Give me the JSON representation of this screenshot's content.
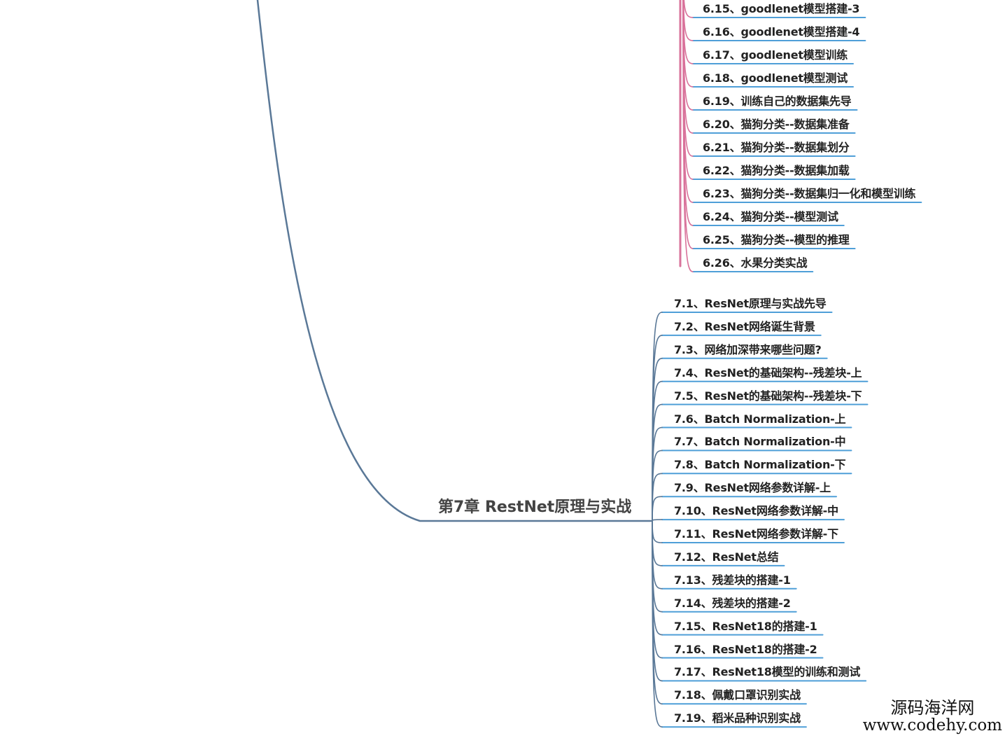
{
  "colors": {
    "chapter6_branch": "#d9739b",
    "chapter7_branch": "#5a7897",
    "underline": "#4f9fd8",
    "main_trunk": "#5a7897",
    "text": "#222222",
    "chapter_text": "#444444"
  },
  "chapter6": {
    "items": [
      "6.15、goodlenet模型搭建-3",
      "6.16、goodlenet模型搭建-4",
      "6.17、goodlenet模型训练",
      "6.18、goodlenet模型测试",
      "6.19、训练自己的数据集先导",
      "6.20、猫狗分类--数据集准备",
      "6.21、猫狗分类--数据集划分",
      "6.22、猫狗分类--数据集加载",
      "6.23、猫狗分类--数据集归一化和模型训练",
      "6.24、猫狗分类--模型测试",
      "6.25、猫狗分类--模型的推理",
      "6.26、水果分类实战"
    ]
  },
  "chapter7": {
    "title": "第7章 RestNet原理与实战",
    "items": [
      "7.1、ResNet原理与实战先导",
      "7.2、ResNet网络诞生背景",
      "7.3、网络加深带来哪些问题?",
      "7.4、ResNet的基础架构--残差块-上",
      "7.5、ResNet的基础架构--残差块-下",
      "7.6、Batch Normalization-上",
      "7.7、Batch Normalization-中",
      "7.8、Batch Normalization-下",
      "7.9、ResNet网络参数详解-上",
      "7.10、ResNet网络参数详解-中",
      "7.11、ResNet网络参数详解-下",
      "7.12、ResNet总结",
      "7.13、残差块的搭建-1",
      "7.14、残差块的搭建-2",
      "7.15、ResNet18的搭建-1",
      "7.16、ResNet18的搭建-2",
      "7.17、ResNet18模型的训练和测试",
      "7.18、佩戴口罩识别实战",
      "7.19、稻米品种识别实战"
    ]
  },
  "watermark": {
    "line1": "源码海洋网",
    "line2": "www.codehy.com"
  }
}
